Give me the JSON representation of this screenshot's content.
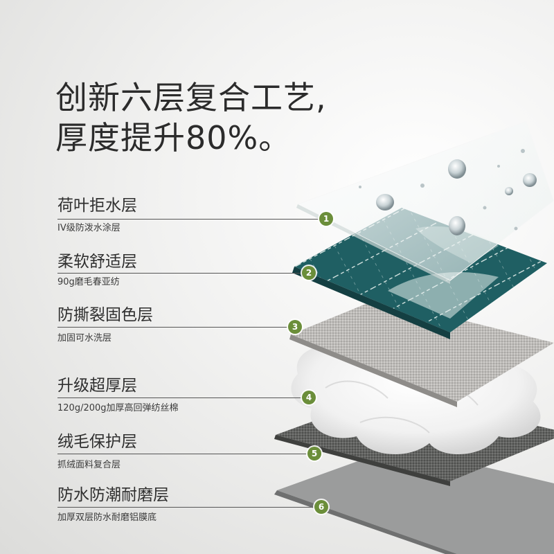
{
  "headline": {
    "line1": "创新六层复合工艺,",
    "line2": "厚度提升80%。"
  },
  "colors": {
    "badge": "#6b8e3a",
    "teal_fabric": "#1f5f63",
    "gray_mesh": "#b9b7b4",
    "dark_mesh": "#5d5e5c",
    "base_sheet": "#8f9090"
  },
  "layers": [
    {
      "number": "1",
      "title": "荷叶拒水层",
      "subtitle": "IV级防泼水涂层"
    },
    {
      "number": "2",
      "title": "柔软舒适层",
      "subtitle": "90g磨毛春亚纺"
    },
    {
      "number": "3",
      "title": "防撕裂固色层",
      "subtitle": "加固可水洗层"
    },
    {
      "number": "4",
      "title": "升级超厚层",
      "subtitle": "120g/200g加厚高回弹纺丝棉"
    },
    {
      "number": "5",
      "title": "绒毛保护层",
      "subtitle": "抓绒面料复合层"
    },
    {
      "number": "6",
      "title": "防水防潮耐磨层",
      "subtitle": "加厚双层防水耐磨铝膜底"
    }
  ]
}
